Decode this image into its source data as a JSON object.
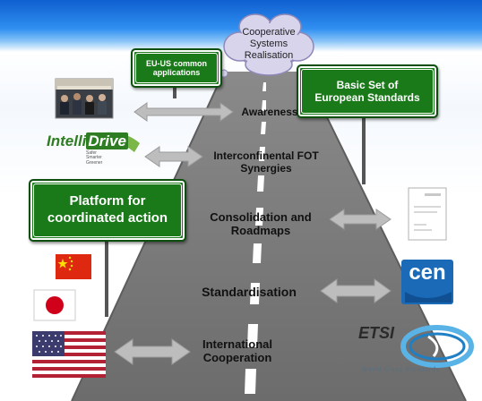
{
  "cloud": {
    "line1": "Cooperative",
    "line2": "Systems",
    "line3": "Realisation"
  },
  "signs": {
    "eu_us": {
      "line1": "EU-US common",
      "line2": "applications"
    },
    "basic": {
      "line1": "Basic Set of",
      "line2": "European Standards"
    },
    "platform": {
      "line1": "Platform for",
      "line2": "coordinated action"
    }
  },
  "road_labels": {
    "awareness": "Awareness",
    "fot_line1": "Interconfinental FOT",
    "fot_line2": "Synergies",
    "consolidation_line1": "Consolidation and",
    "consolidation_line2": "Roadmaps",
    "standardisation": "Standardisation",
    "international_line1": "International",
    "international_line2": "Cooperation"
  },
  "logos": {
    "intellidrive_a": "Intelli",
    "intellidrive_b": "Drive",
    "intellidrive_tag1": "Safer",
    "intellidrive_tag2": "Smarter",
    "intellidrive_tag3": "Greener",
    "cen": "cen",
    "etsi": "ETSI",
    "etsi_tagline": "World Class Standards"
  },
  "colors": {
    "road": "#7a7a7a",
    "sign_green": "#1a7a1a",
    "sky_blue": "#1f72dc",
    "arrow": "#b5b5b5"
  }
}
